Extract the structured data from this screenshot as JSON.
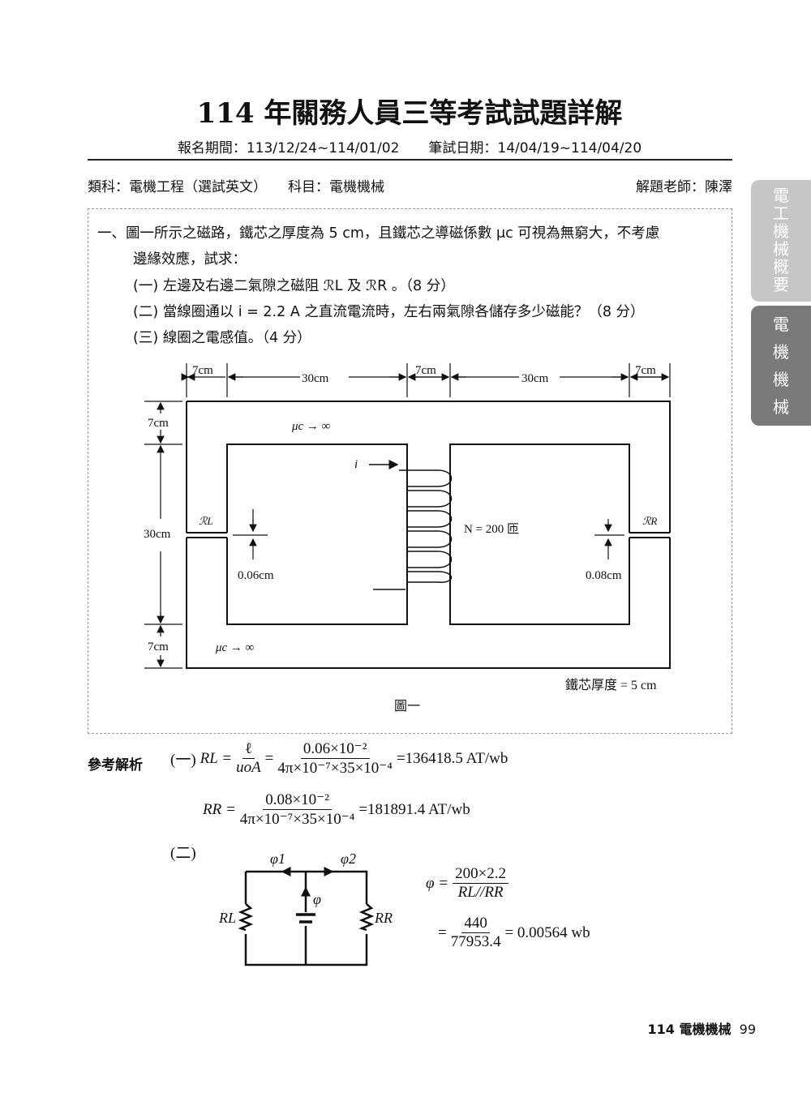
{
  "header": {
    "title": "114 年關務人員三等考試試題詳解",
    "registration": "報名期間：113/12/24~114/01/02",
    "exam_date": "筆試日期：14/04/19~114/04/20",
    "category": "類科：電機工程（選試英文）",
    "subject": "科目：電機機械",
    "teacher": "解題老師：陳澤"
  },
  "side_tabs": [
    {
      "label": [
        "電",
        "工",
        "機",
        "械",
        "概",
        "要"
      ]
    },
    {
      "label": [
        "電",
        "機",
        "機",
        "械"
      ]
    }
  ],
  "question": {
    "line1": "一、圖一所示之磁路，鐵芯之厚度為 5 cm，且鐵芯之導磁係數 μc 可視為無窮大，不考慮",
    "line2": "邊緣效應，試求：",
    "part1": "(一) 左邊及右邊二氣隙之磁阻 ℛL 及 ℛR 。（8 分）",
    "part2": "(二) 當線圈通以 i = 2.2 A 之直流電流時，左右兩氣隙各儲存多少磁能？（8 分）",
    "part3": "(三) 線圈之電感值。（4 分）"
  },
  "figure": {
    "dim_top": [
      "7cm",
      "30cm",
      "7cm",
      "30cm",
      "7cm"
    ],
    "dim_left": [
      "7cm",
      "30cm",
      "7cm"
    ],
    "mu_top": "μc → ∞",
    "mu_bottom": "μc → ∞",
    "current": "i",
    "turns": "N = 200 匝",
    "gap_left_label": "ℛL",
    "gap_right_label": "ℛR",
    "gap_left": "0.06cm",
    "gap_right": "0.08cm",
    "thickness": "鐵芯厚度 = 5 cm",
    "caption": "圖一"
  },
  "solution": {
    "label": "參考解析",
    "p1": "(一)",
    "rl_lhs": "RL =",
    "rl_f1n": "ℓ",
    "rl_f1d": "uoA",
    "eq": "=",
    "rl_f2n": "0.06×10⁻²",
    "rl_f2d": "4π×10⁻⁷×35×10⁻⁴",
    "rl_res": "=136418.5 AT/wb",
    "rr_lhs": "RR =",
    "rr_fn": "0.08×10⁻²",
    "rr_fd": "4π×10⁻⁷×35×10⁻⁴",
    "rr_res": "=181891.4 AT/wb",
    "p2": "(二)",
    "circuit": {
      "phi1": "φ1",
      "phi2": "φ2",
      "phi": "φ",
      "rl": "RL",
      "rr": "RR"
    },
    "phi_lhs": "φ =",
    "phi_n": "200×2.2",
    "phi_d": "RL//RR",
    "eq2": "=",
    "phi2_n": "440",
    "phi2_d": "77953.4",
    "phi_res": "= 0.00564 wb"
  },
  "footer": {
    "label": "114 電機機械",
    "page": "99"
  }
}
